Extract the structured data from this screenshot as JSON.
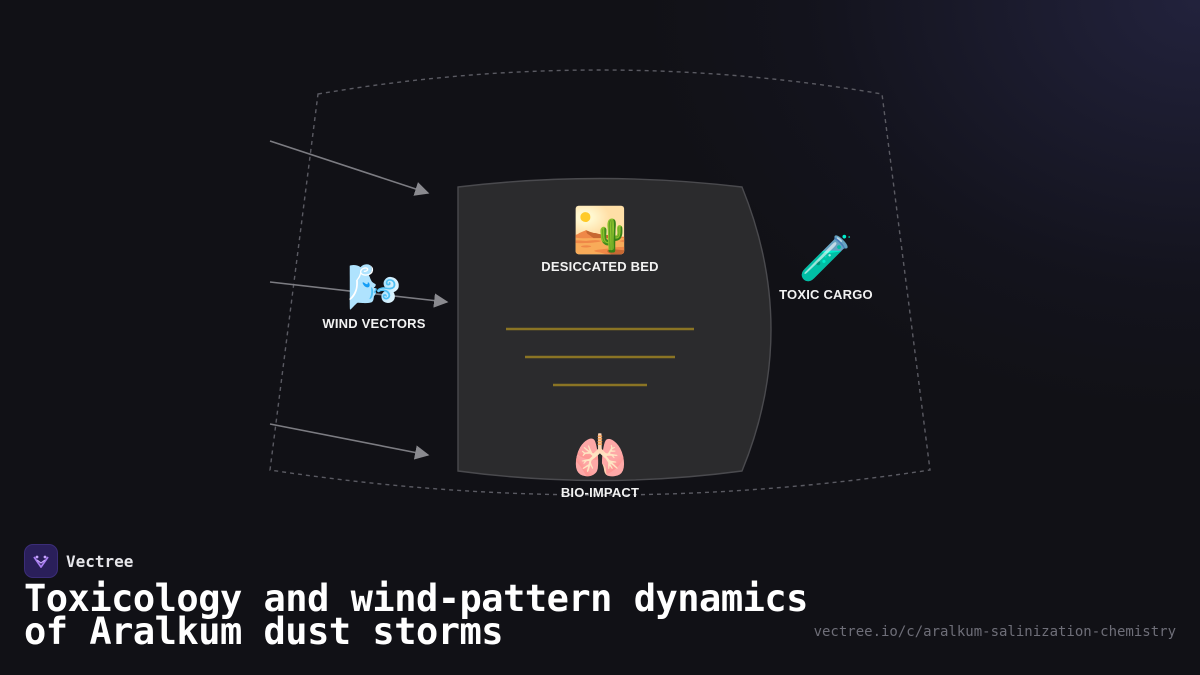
{
  "diagram": {
    "nodes": [
      {
        "id": "desiccated-bed",
        "emoji": "🏜️",
        "label": "DESICCATED BED"
      },
      {
        "id": "wind-vectors",
        "emoji": "🌬️",
        "label": "WIND VECTORS"
      },
      {
        "id": "toxic-cargo",
        "emoji": "🧪",
        "label": "TOXIC CARGO"
      },
      {
        "id": "bio-impact",
        "emoji": "🫁",
        "label": "BIO-IMPACT"
      }
    ],
    "arrows": 3,
    "accent_line_color": "#8a7424",
    "panel_color": "#2b2b2d"
  },
  "brand": {
    "name": "Vectree"
  },
  "page": {
    "title": "Toxicology and wind-pattern dynamics of Aralkum dust storms",
    "url": "vectree.io/c/aralkum-salinization-chemistry"
  }
}
